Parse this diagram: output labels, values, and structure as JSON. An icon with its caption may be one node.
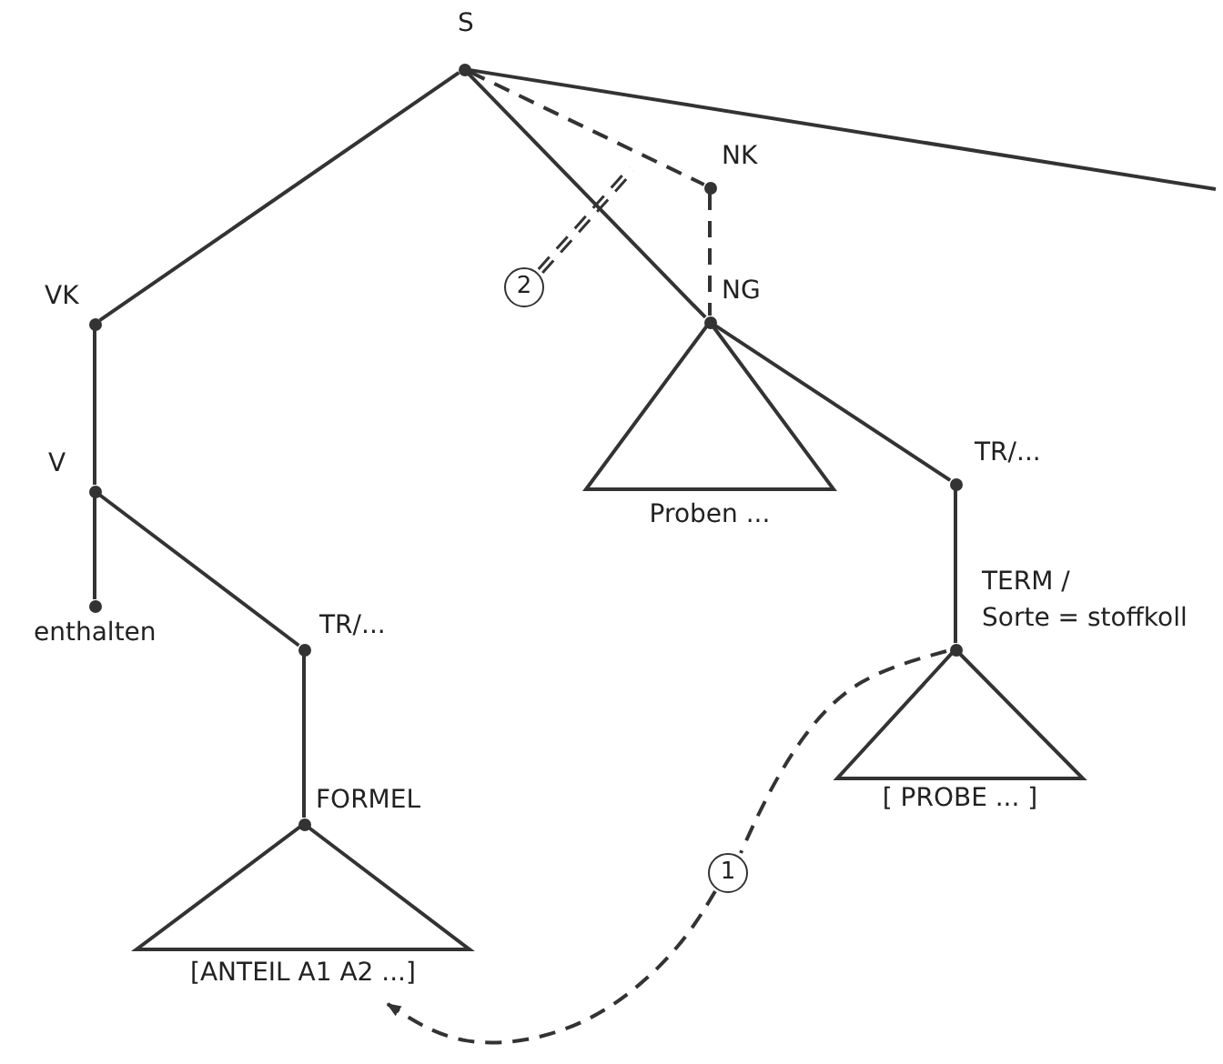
{
  "diagram": {
    "nodes": [
      {
        "text": [
          "S"
        ]
      },
      {
        "text": [
          "VK"
        ]
      },
      {
        "text": [
          "V"
        ]
      },
      {
        "text": [
          "enthalten"
        ]
      },
      {
        "text": [
          "TR/..."
        ]
      },
      {
        "text": [
          "FORMEL"
        ]
      },
      {
        "text": [
          "[ANTEIL A1 A2 ...]"
        ]
      },
      {
        "text": [
          "NK"
        ]
      },
      {
        "text": [
          "NG"
        ]
      },
      {
        "text": [
          "Proben ..."
        ]
      },
      {
        "text": [
          "TR/..."
        ]
      },
      {
        "text": [
          "TERM /",
          "Sorte = stoffkoll"
        ]
      },
      {
        "text": [
          "[ PROBE ... ]"
        ]
      },
      {
        "text": [
          "2"
        ]
      },
      {
        "text": [
          "1"
        ]
      }
    ],
    "edges": [
      {
        "from": 0,
        "to": 1,
        "arrow": "none"
      },
      {
        "from": 1,
        "to": 2,
        "arrow": "none"
      },
      {
        "from": 2,
        "to": 3,
        "arrow": "none"
      },
      {
        "from": 2,
        "to": 4,
        "arrow": "none"
      },
      {
        "from": 4,
        "to": 5,
        "arrow": "none"
      },
      {
        "from": 0,
        "to": 8,
        "arrow": "none"
      },
      {
        "from": 0,
        "to": 7,
        "arrow": "none",
        "style": "dashed"
      },
      {
        "from": 7,
        "to": 8,
        "arrow": "none",
        "style": "dashed"
      },
      {
        "from": 8,
        "to": 10,
        "arrow": "none"
      },
      {
        "from": 10,
        "to": 11,
        "arrow": "none"
      },
      {
        "from": 0,
        "to": null,
        "arrow": "none"
      },
      {
        "from": 13,
        "to": null,
        "arrow": "none",
        "style": "dashed"
      },
      {
        "from": 11,
        "to": 14,
        "arrow": "none",
        "style": "dashed"
      },
      {
        "from": 14,
        "to": 6,
        "arrow": "to",
        "style": "dashed"
      }
    ]
  }
}
